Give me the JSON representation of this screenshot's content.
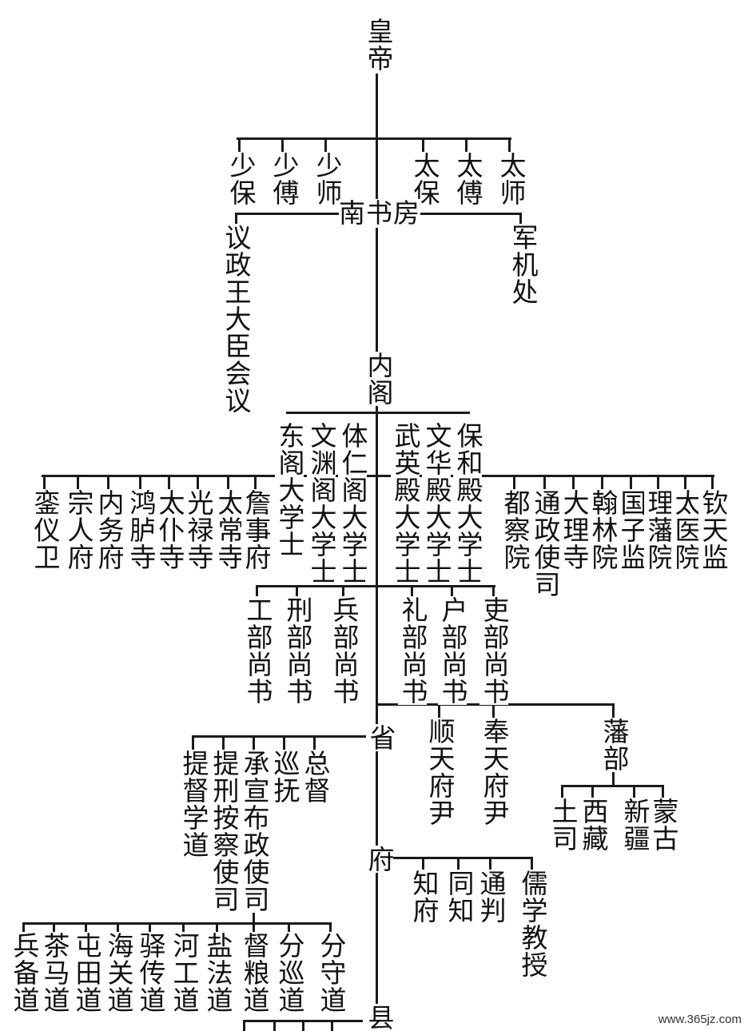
{
  "title_nodes": {
    "emperor": "皇帝",
    "nange": "内阁",
    "province": "省",
    "prefecture": "府",
    "county": "县"
  },
  "advisors_left": [
    "少保",
    "少傅",
    "少师"
  ],
  "advisors_right": [
    "太保",
    "太傅",
    "太师"
  ],
  "south_study": "南书房",
  "council": "议政王大臣会议",
  "grand_council": "军机处",
  "grand_secretaries_left": [
    "东阁大学士",
    "文渊阁大学士",
    "体仁阁大学士"
  ],
  "grand_secretaries_right": [
    "武英殿大学士",
    "文华殿大学士",
    "保和殿大学士"
  ],
  "offices_left": [
    "銮仪卫",
    "宗人府",
    "内务府",
    "鸿胪寺",
    "太仆寺",
    "光禄寺",
    "太常寺",
    "詹事府"
  ],
  "offices_right": [
    "都察院",
    "通政使司",
    "大理寺",
    "翰林院",
    "国子监",
    "理藩院",
    "太医院",
    "钦天监"
  ],
  "ministers_left": [
    "工部尚书",
    "刑部尚书",
    "兵部尚书"
  ],
  "ministers_right": [
    "礼部尚书",
    "户部尚书",
    "吏部尚书"
  ],
  "prefects": [
    "顺天府尹",
    "奉天府尹"
  ],
  "fanbu": "藩部",
  "fanbu_subs": [
    "土司",
    "西藏",
    "新疆",
    "蒙古"
  ],
  "province_officials": [
    "提督学道",
    "提刑按察使司",
    "承宣布政使司",
    "巡抚",
    "总督"
  ],
  "prefecture_officials": [
    "知府",
    "同知",
    "通判",
    "儒学教授"
  ],
  "circuits": [
    "兵备道",
    "茶马道",
    "屯田道",
    "海关道",
    "驿传道",
    "河工道",
    "盐法道",
    "督粮道",
    "分巡道",
    "分守道"
  ],
  "watermark": "www.365jz.com"
}
